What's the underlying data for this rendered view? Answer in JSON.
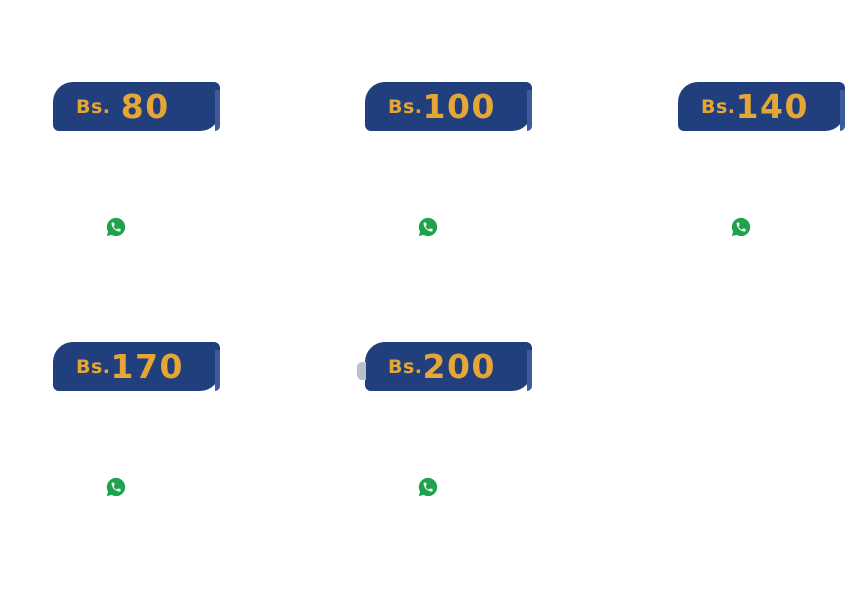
{
  "colors": {
    "background": "#FFFFFF",
    "badge-navy": "#213E7D",
    "badge-accent": "#3D5B9B",
    "price-gold": "#E5A636",
    "whatsapp-green": "#1FA24C",
    "notch-gray": "#B9C0CC"
  },
  "cards": [
    {
      "currency": "Bs.",
      "amount": "80",
      "icon": "whatsapp-icon"
    },
    {
      "currency": "Bs.",
      "amount": "100",
      "icon": "whatsapp-icon"
    },
    {
      "currency": "Bs.",
      "amount": "140",
      "icon": "whatsapp-icon"
    },
    {
      "currency": "Bs.",
      "amount": "170",
      "icon": "whatsapp-icon"
    },
    {
      "currency": "Bs.",
      "amount": "200",
      "icon": "whatsapp-icon"
    }
  ]
}
